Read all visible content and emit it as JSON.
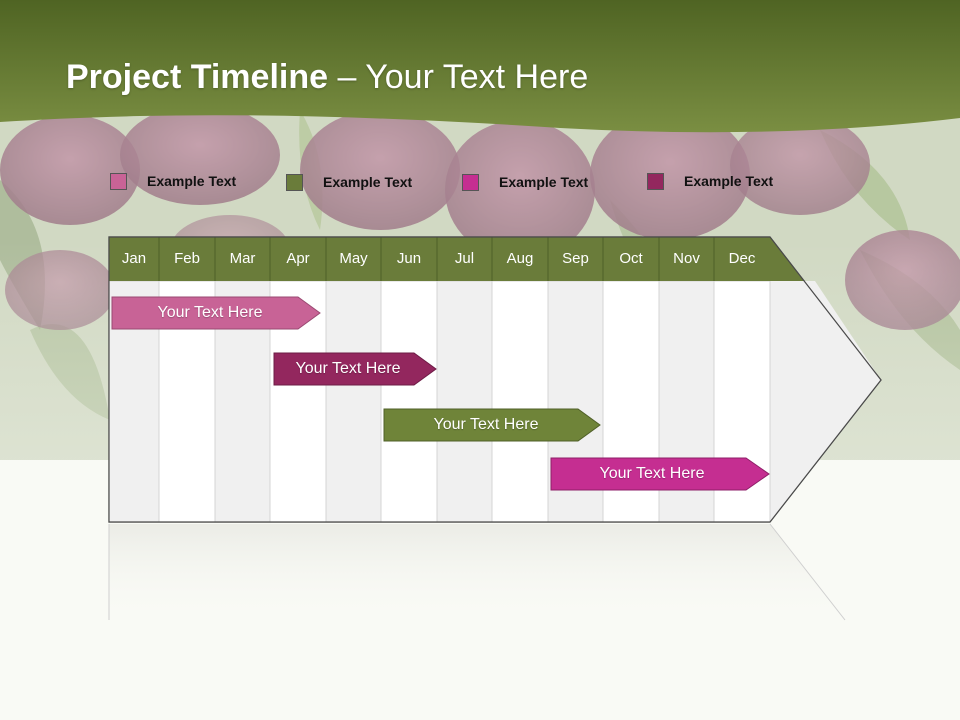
{
  "slide": {
    "title_bold": "Project Timeline",
    "title_rest": " – Your Text Here"
  },
  "colors": {
    "header_green": "#6b7e37",
    "month_green": "#6a7c3a",
    "pink": "#c86396",
    "plum": "#93275e",
    "olive": "#6f8439",
    "magenta": "#c52e91"
  },
  "legend": [
    {
      "label": "Example Text",
      "color": "#c86396"
    },
    {
      "label": "Example Text",
      "color": "#6a7c3a"
    },
    {
      "label": "Example Text",
      "color": "#c52e91"
    },
    {
      "label": "Example Text",
      "color": "#93275e"
    }
  ],
  "timeline": {
    "months": [
      "Jan",
      "Feb",
      "Mar",
      "Apr",
      "May",
      "Jun",
      "Jul",
      "Aug",
      "Sep",
      "Oct",
      "Nov",
      "Dec"
    ],
    "bars": [
      {
        "label": "Your  Text Here",
        "color": "#c86396"
      },
      {
        "label": "Your  Text Here",
        "color": "#93275e"
      },
      {
        "label": "Your  Text Here",
        "color": "#6f8439"
      },
      {
        "label": "Your  Text Here",
        "color": "#c52e91"
      }
    ]
  }
}
